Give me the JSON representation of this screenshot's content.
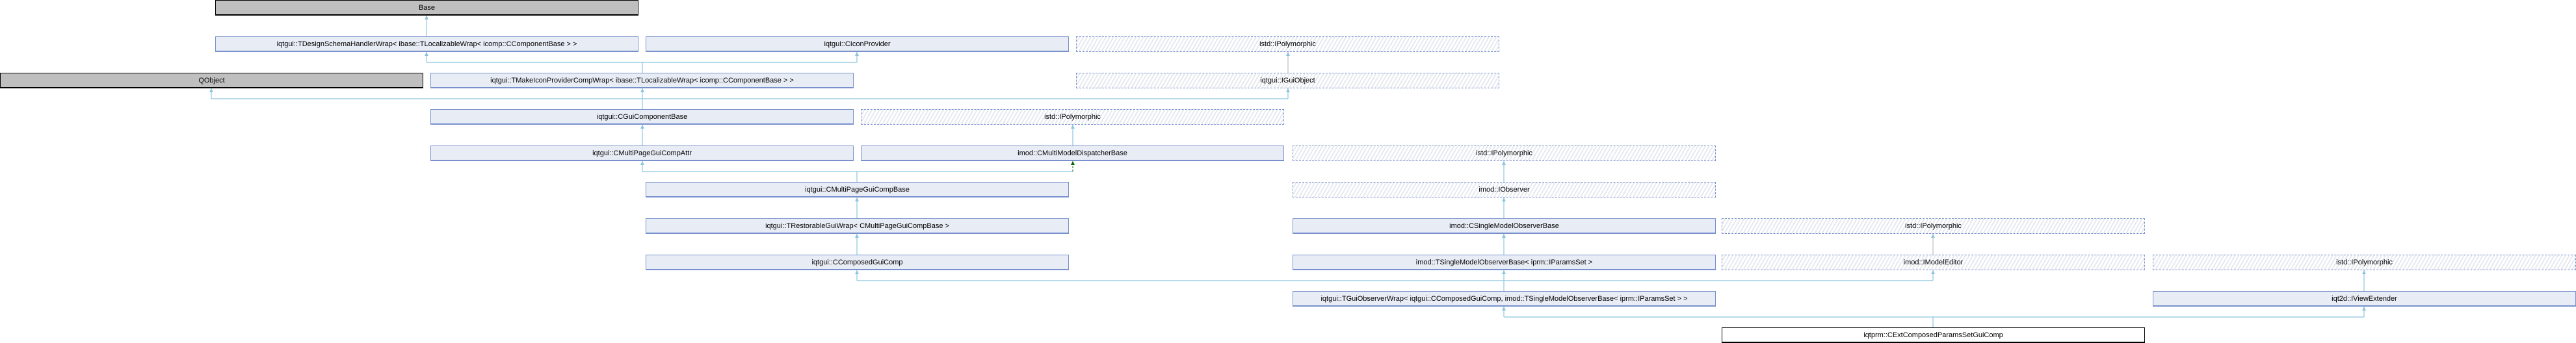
{
  "nodes": {
    "base": "Base",
    "design_schema": "iqtgui::TDesignSchemaHandlerWrap< ibase::TLocalizableWrap< icomp::CComponentBase > >",
    "icon_provider": "iqtgui::CIconProvider",
    "polymorphic_1": "istd::IPolymorphic",
    "qobject": "QObject",
    "make_icon": "iqtgui::TMakeIconProviderCompWrap< ibase::TLocalizableWrap< icomp::CComponentBase > >",
    "gui_object": "iqtgui::IGuiObject",
    "gui_component_base": "iqtgui::CGuiComponentBase",
    "polymorphic_2": "istd::IPolymorphic",
    "multipage_attr": "iqtgui::CMultiPageGuiCompAttr",
    "dispatcher": "imod::CMultiModelDispatcherBase",
    "polymorphic_3": "istd::IPolymorphic",
    "multipage_base": "iqtgui::CMultiPageGuiCompBase",
    "observer": "imod::IObserver",
    "restorable": "iqtgui::TRestorableGuiWrap< CMultiPageGuiCompBase >",
    "single_observer_base": "imod::CSingleModelObserverBase",
    "polymorphic_4": "istd::IPolymorphic",
    "composed_gui": "iqtgui::CComposedGuiComp",
    "tsingle_observer": "imod::TSingleModelObserverBase< iprm::IParamsSet >",
    "model_editor": "imod::IModelEditor",
    "polymorphic_5": "istd::IPolymorphic",
    "gui_observer_wrap": "iqtgui::TGuiObserverWrap< iqtgui::CComposedGuiComp, imod::TSingleModelObserverBase< iprm::IParamsSet > >",
    "view_extender": "iqt2d::IViewExtender",
    "ext_composed": "iqtprm::CExtComposedParamsSetGuiComp"
  },
  "colors": {
    "edge": "#8cc4e0",
    "edge_protected": "#006400",
    "edge_grey": "#b0b0b0"
  }
}
